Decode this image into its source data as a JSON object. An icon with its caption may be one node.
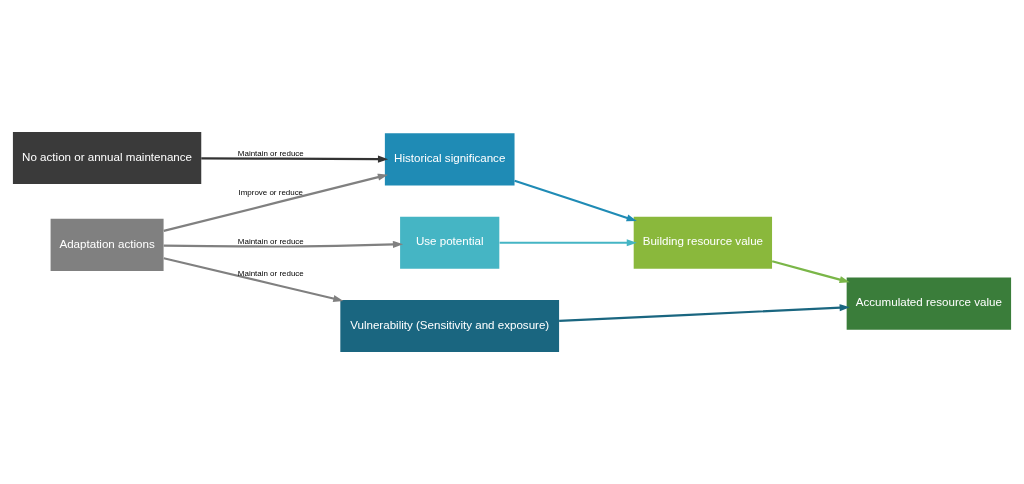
{
  "diagram": {
    "nodes": [
      {
        "text": [
          "No action or annual maintenance"
        ]
      },
      {
        "text": [
          "Historical significance"
        ]
      },
      {
        "text": [
          "Building resource value"
        ]
      },
      {
        "text": [
          "Use potential"
        ]
      },
      {
        "text": [
          "Accumulated resource value"
        ]
      },
      {
        "text": [
          "Adaptation actions"
        ]
      },
      {
        "text": [
          "Vulnerability (Sensitivity and exposure)"
        ]
      }
    ],
    "edges": [
      {
        "from": 0,
        "to": 1,
        "arrow": "to",
        "label": "Maintain or reduce",
        "color": "#333333"
      },
      {
        "from": 5,
        "to": 1,
        "arrow": "to",
        "label": "Improve or reduce"
      },
      {
        "from": 5,
        "to": 3,
        "arrow": "to",
        "label": "Maintain or reduce"
      },
      {
        "from": 5,
        "to": 6,
        "arrow": "to",
        "label": "Maintain or reduce"
      },
      {
        "from": 1,
        "to": 2,
        "arrow": "to",
        "color": "#1f8bb5"
      },
      {
        "from": 3,
        "to": 2,
        "arrow": "to",
        "color": "#45b5c4"
      },
      {
        "from": 2,
        "to": 4,
        "arrow": "to",
        "color": "#7ab648"
      },
      {
        "from": 6,
        "to": 4,
        "arrow": "to",
        "color": "#1a6680"
      }
    ]
  }
}
